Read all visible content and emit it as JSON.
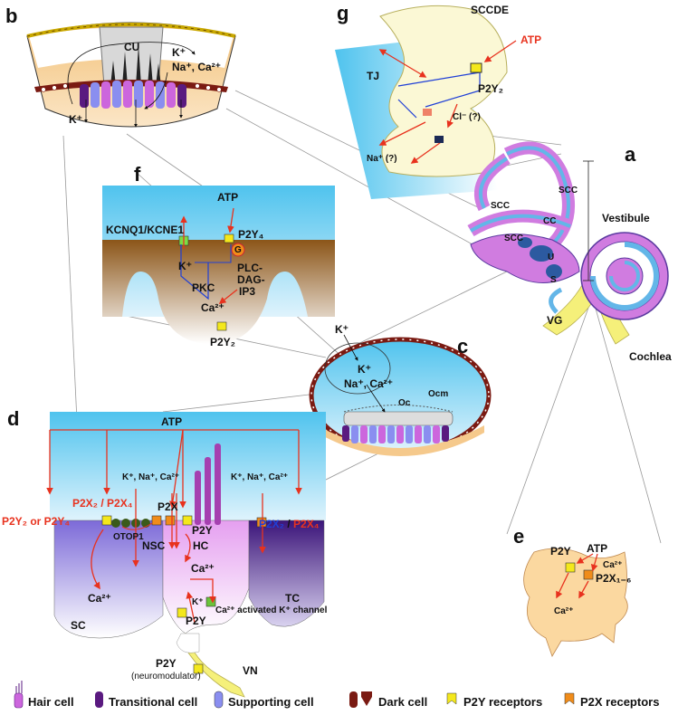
{
  "panels": {
    "a": {
      "letter": "a",
      "vestibule": "Vestibule",
      "cochlea": "Cochlea",
      "vg": "VG",
      "scc1": "SCC",
      "scc2": "SCC",
      "scc3": "SCC",
      "cc": "CC",
      "u": "U",
      "s": "S"
    },
    "b": {
      "letter": "b",
      "cu": "CU",
      "k1": "K⁺",
      "na_ca": "Na⁺, Ca²⁺",
      "k2": "K⁺"
    },
    "c": {
      "letter": "c",
      "k_top": "K⁺",
      "k_in": "K⁺",
      "na_ca": "Na⁺, Ca²⁺",
      "oc": "Oc",
      "ocm": "Ocm"
    },
    "d": {
      "letter": "d",
      "atp": "ATP",
      "p2y2_or_p2y4": "P2Y₂ or P2Y₄",
      "p2x2_p2x4_left": "P2X₂ / P2X₄",
      "otop1": "OTOP1",
      "kna_ca_1": "K⁺, Na⁺, Ca²⁺",
      "p2x": "P2X",
      "nsc": "NSC",
      "p2y_hc": "P2Y",
      "hc": "HC",
      "kna_ca_2": "K⁺, Na⁺, Ca²⁺",
      "p2x2_right": "P2X₂",
      "slash": " / ",
      "p2x4_right": "P2X₄",
      "ca_sc": "Ca²⁺",
      "ca_hc": "Ca²⁺",
      "k_hc": "K⁺",
      "tc": "TC",
      "sc": "SC",
      "p2y_low": "P2Y",
      "ca_k_channel": "Ca²⁺ activated K⁺ channel",
      "p2y_vn": "P2Y",
      "neuromod": "(neuromodulator)",
      "vn": "VN"
    },
    "e": {
      "letter": "e",
      "p2y": "P2Y",
      "atp": "ATP",
      "ca1": "Ca²⁺",
      "p2x": "P2X₁₋₆",
      "ca2": "Ca²⁺"
    },
    "f": {
      "letter": "f",
      "atp": "ATP",
      "kcnq": "KCNQ1/KCNE1",
      "p2y4": "P2Y₄",
      "g": "G",
      "k": "K⁺",
      "plc": "PLC-",
      "dag": "DAG-",
      "ip3": "IP3",
      "pkc": "PKC",
      "ca": "Ca²⁺",
      "p2y2": "P2Y₂"
    },
    "g": {
      "letter": "g",
      "sccde": "SCCDE",
      "atp": "ATP",
      "tj": "TJ",
      "p2y2": "P2Y₂",
      "cl": "Cl⁻ (?)",
      "na": "Na⁺ (?)"
    }
  },
  "legend": {
    "hair": "Hair cell",
    "transitional": "Transitional cell",
    "supporting": "Supporting cell",
    "dark": "Dark cell",
    "p2y": "P2Y receptors",
    "p2x": "P2X receptors"
  },
  "colors": {
    "red": "#e8321e",
    "blue": "#1f3fd6",
    "p2y": "#f4e81c",
    "p2x": "#f08c1a",
    "hair": "#cc66dd",
    "transitional": "#5a1a80",
    "supporting": "#8a8ef0",
    "dark": "#7a1a12",
    "endolymph": "#5bc8ef"
  }
}
